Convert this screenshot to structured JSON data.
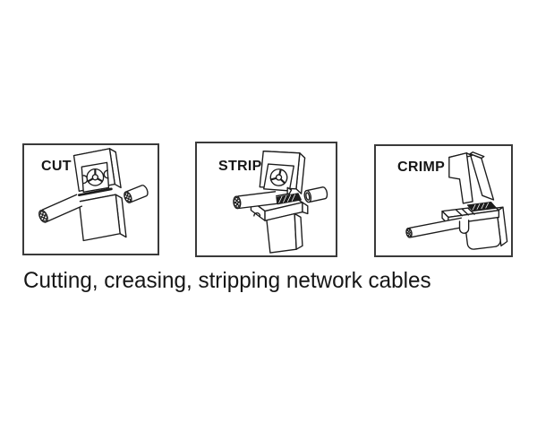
{
  "caption": {
    "text": "Cutting, creasing, stripping network cables"
  },
  "panels": [
    {
      "label": "CUT"
    },
    {
      "label": "STRIP"
    },
    {
      "label": "CRIMP"
    }
  ],
  "colors": {
    "background": "#ffffff",
    "line": "#1c1c1c",
    "panel_border": "#3a3a3a",
    "text": "#161616"
  }
}
